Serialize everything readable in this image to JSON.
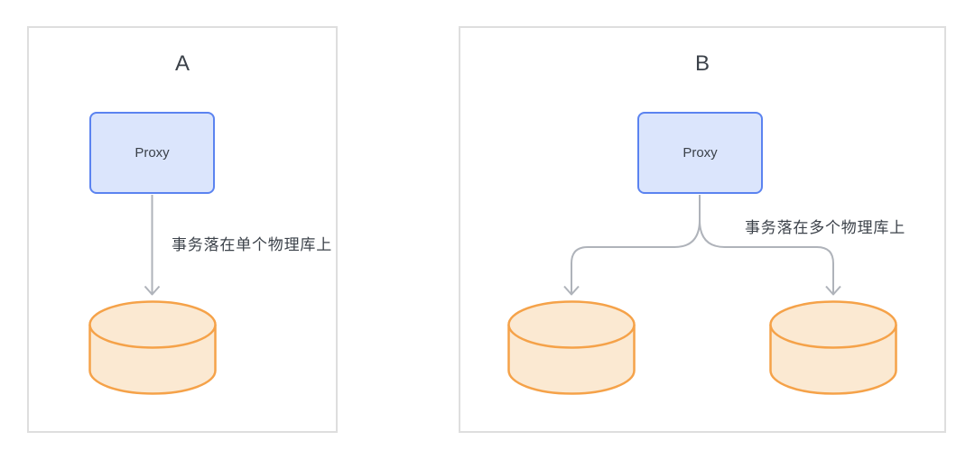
{
  "diagram": {
    "panels": [
      {
        "title": "A",
        "proxy_label": "Proxy",
        "annotation": "事务落在单个物理库上",
        "database_count": 1
      },
      {
        "title": "B",
        "proxy_label": "Proxy",
        "annotation": "事务落在多个物理库上",
        "database_count": 2
      }
    ],
    "icons": {
      "database": "db-cylinder-icon",
      "arrow": "down-arrow-icon"
    }
  },
  "colors": {
    "panel_border": "#dedede",
    "proxy_fill": "#dbe5fc",
    "proxy_border": "#5b83f0",
    "db_fill": "#fbe9d2",
    "db_border": "#f5a249",
    "arrow": "#afb3ba",
    "text": "#3b4149"
  }
}
